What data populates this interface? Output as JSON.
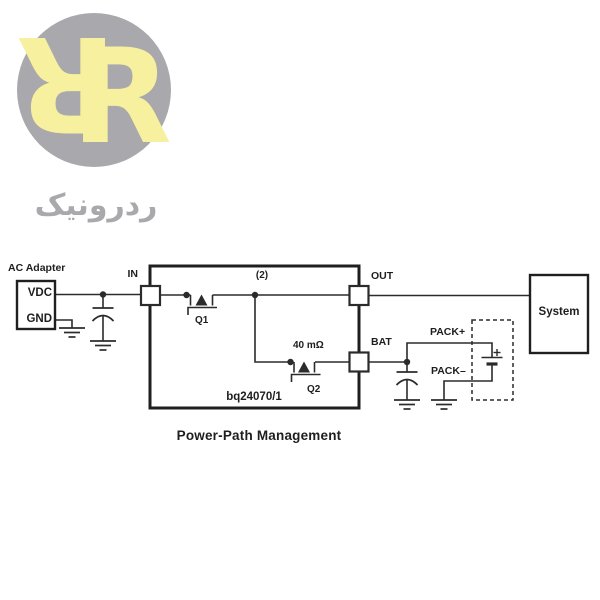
{
  "logo": {
    "monogram_letter": "R",
    "wordmark": "ردرونیک",
    "circle_color": "#a9a8ac",
    "monogram_color": "#f7f09e",
    "wordmark_color": "#a9a8ac"
  },
  "circuit": {
    "caption": "Power-Path Management",
    "chip_name": "bq24070/1",
    "chip_note": "(2)",
    "line_color": "#2b2b2b",
    "adapter": {
      "title": "AC Adapter",
      "pins": [
        "VDC",
        "GND"
      ]
    },
    "terminals": {
      "input": "IN",
      "output": "OUT",
      "battery": "BAT"
    },
    "q1_label": "Q1",
    "q2_label": "Q2",
    "sense_resistance": "40 mΩ",
    "system_label": "System",
    "pack_positive": "PACK+",
    "pack_negative": "PACK–",
    "battery_plus": "+"
  }
}
